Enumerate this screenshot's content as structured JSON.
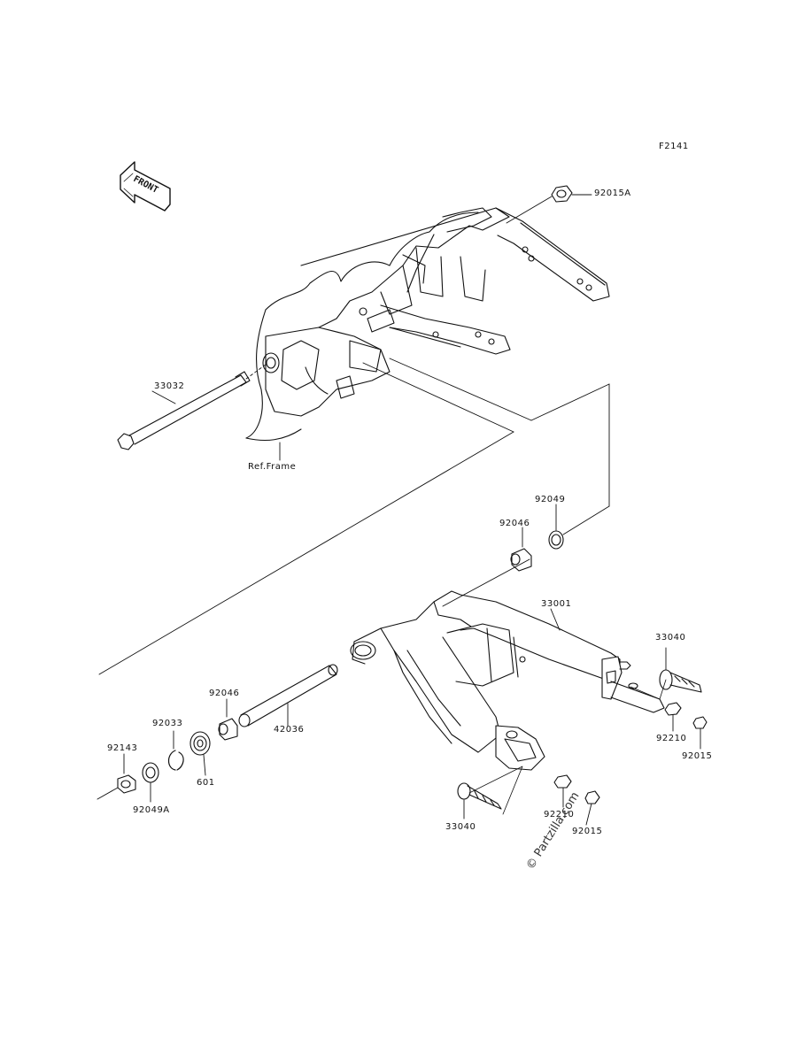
{
  "figure_id": "F2141",
  "front_label": "FRONT",
  "parts": {
    "p92015A": "92015A",
    "p33032": "33032",
    "ref_frame": "Ref.Frame",
    "p92049_top": "92049",
    "p92046_top": "92046",
    "p33001": "33001",
    "p33040_right": "33040",
    "p92210_right": "92210",
    "p92015_right": "92015",
    "p92046_left": "92046",
    "p92033": "92033",
    "p42036": "42036",
    "p92143": "92143",
    "p601": "601",
    "p92049A": "92049A",
    "p33040_bottom": "33040",
    "p92210_bottom": "92210",
    "p92015_bottom": "92015"
  },
  "watermark": "© Partzilla.com"
}
